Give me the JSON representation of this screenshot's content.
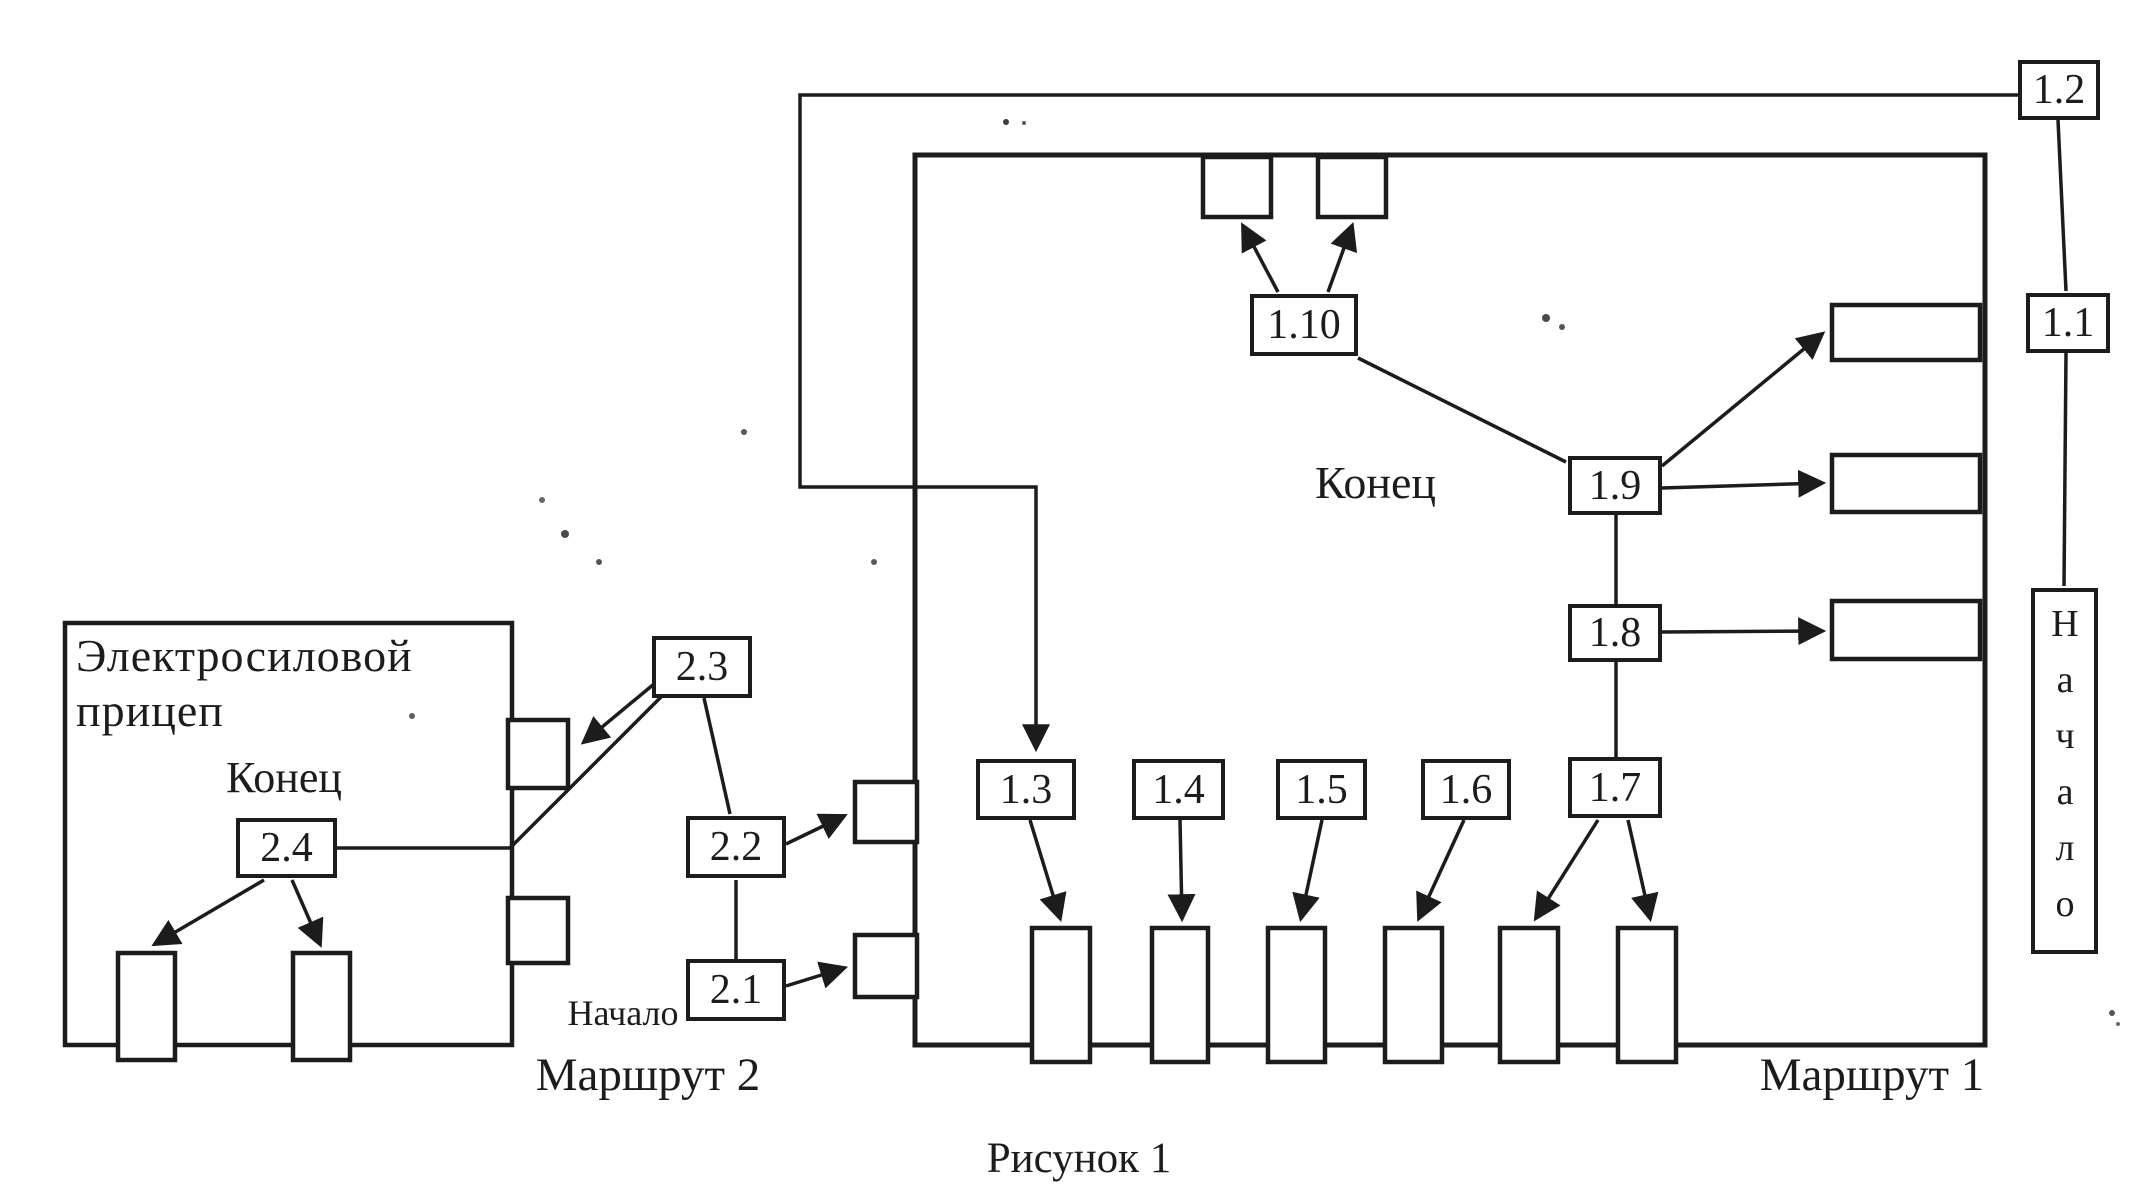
{
  "colors": {
    "ink": "#1c1c1c",
    "paper": "#ffffff"
  },
  "figure": {
    "caption": "Рисунок 1"
  },
  "route1": {
    "name": "Маршрут 1",
    "start_label": "Начало",
    "end_label": "Конец",
    "nodes": {
      "n1_1": "1.1",
      "n1_2": "1.2",
      "n1_3": "1.3",
      "n1_4": "1.4",
      "n1_5": "1.5",
      "n1_6": "1.6",
      "n1_7": "1.7",
      "n1_8": "1.8",
      "n1_9": "1.9",
      "n1_10": "1.10"
    }
  },
  "route2": {
    "name": "Маршрут 2",
    "start_label": "Начало",
    "end_label": "Конец",
    "trailer_title_line1": "Электросиловой",
    "trailer_title_line2": "прицеп",
    "nodes": {
      "n2_1": "2.1",
      "n2_2": "2.2",
      "n2_3": "2.3",
      "n2_4": "2.4"
    }
  }
}
